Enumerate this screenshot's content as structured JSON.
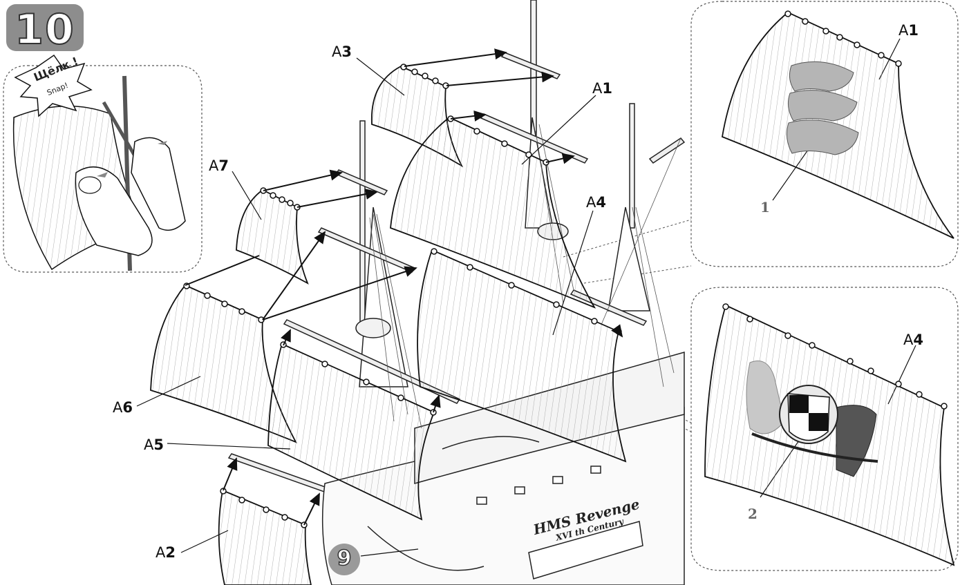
{
  "step": {
    "number": "10"
  },
  "snap_text": {
    "ru": "Щёлк !",
    "en": "Snap!"
  },
  "labels": {
    "A1": {
      "prefix": "A",
      "num": "1"
    },
    "A2": {
      "prefix": "A",
      "num": "2"
    },
    "A3": {
      "prefix": "A",
      "num": "3"
    },
    "A4": {
      "prefix": "A",
      "num": "4"
    },
    "A5": {
      "prefix": "A",
      "num": "5"
    },
    "A6": {
      "prefix": "A",
      "num": "6"
    },
    "A7": {
      "prefix": "A",
      "num": "7"
    },
    "inset_A1": {
      "prefix": "A",
      "num": "1"
    },
    "inset_A4": {
      "prefix": "A",
      "num": "4"
    }
  },
  "callouts": {
    "c1": "1",
    "c2": "2"
  },
  "part_ref": "9",
  "plaque": {
    "line1": "HMS Revenge",
    "line2": "XVI th Century"
  }
}
